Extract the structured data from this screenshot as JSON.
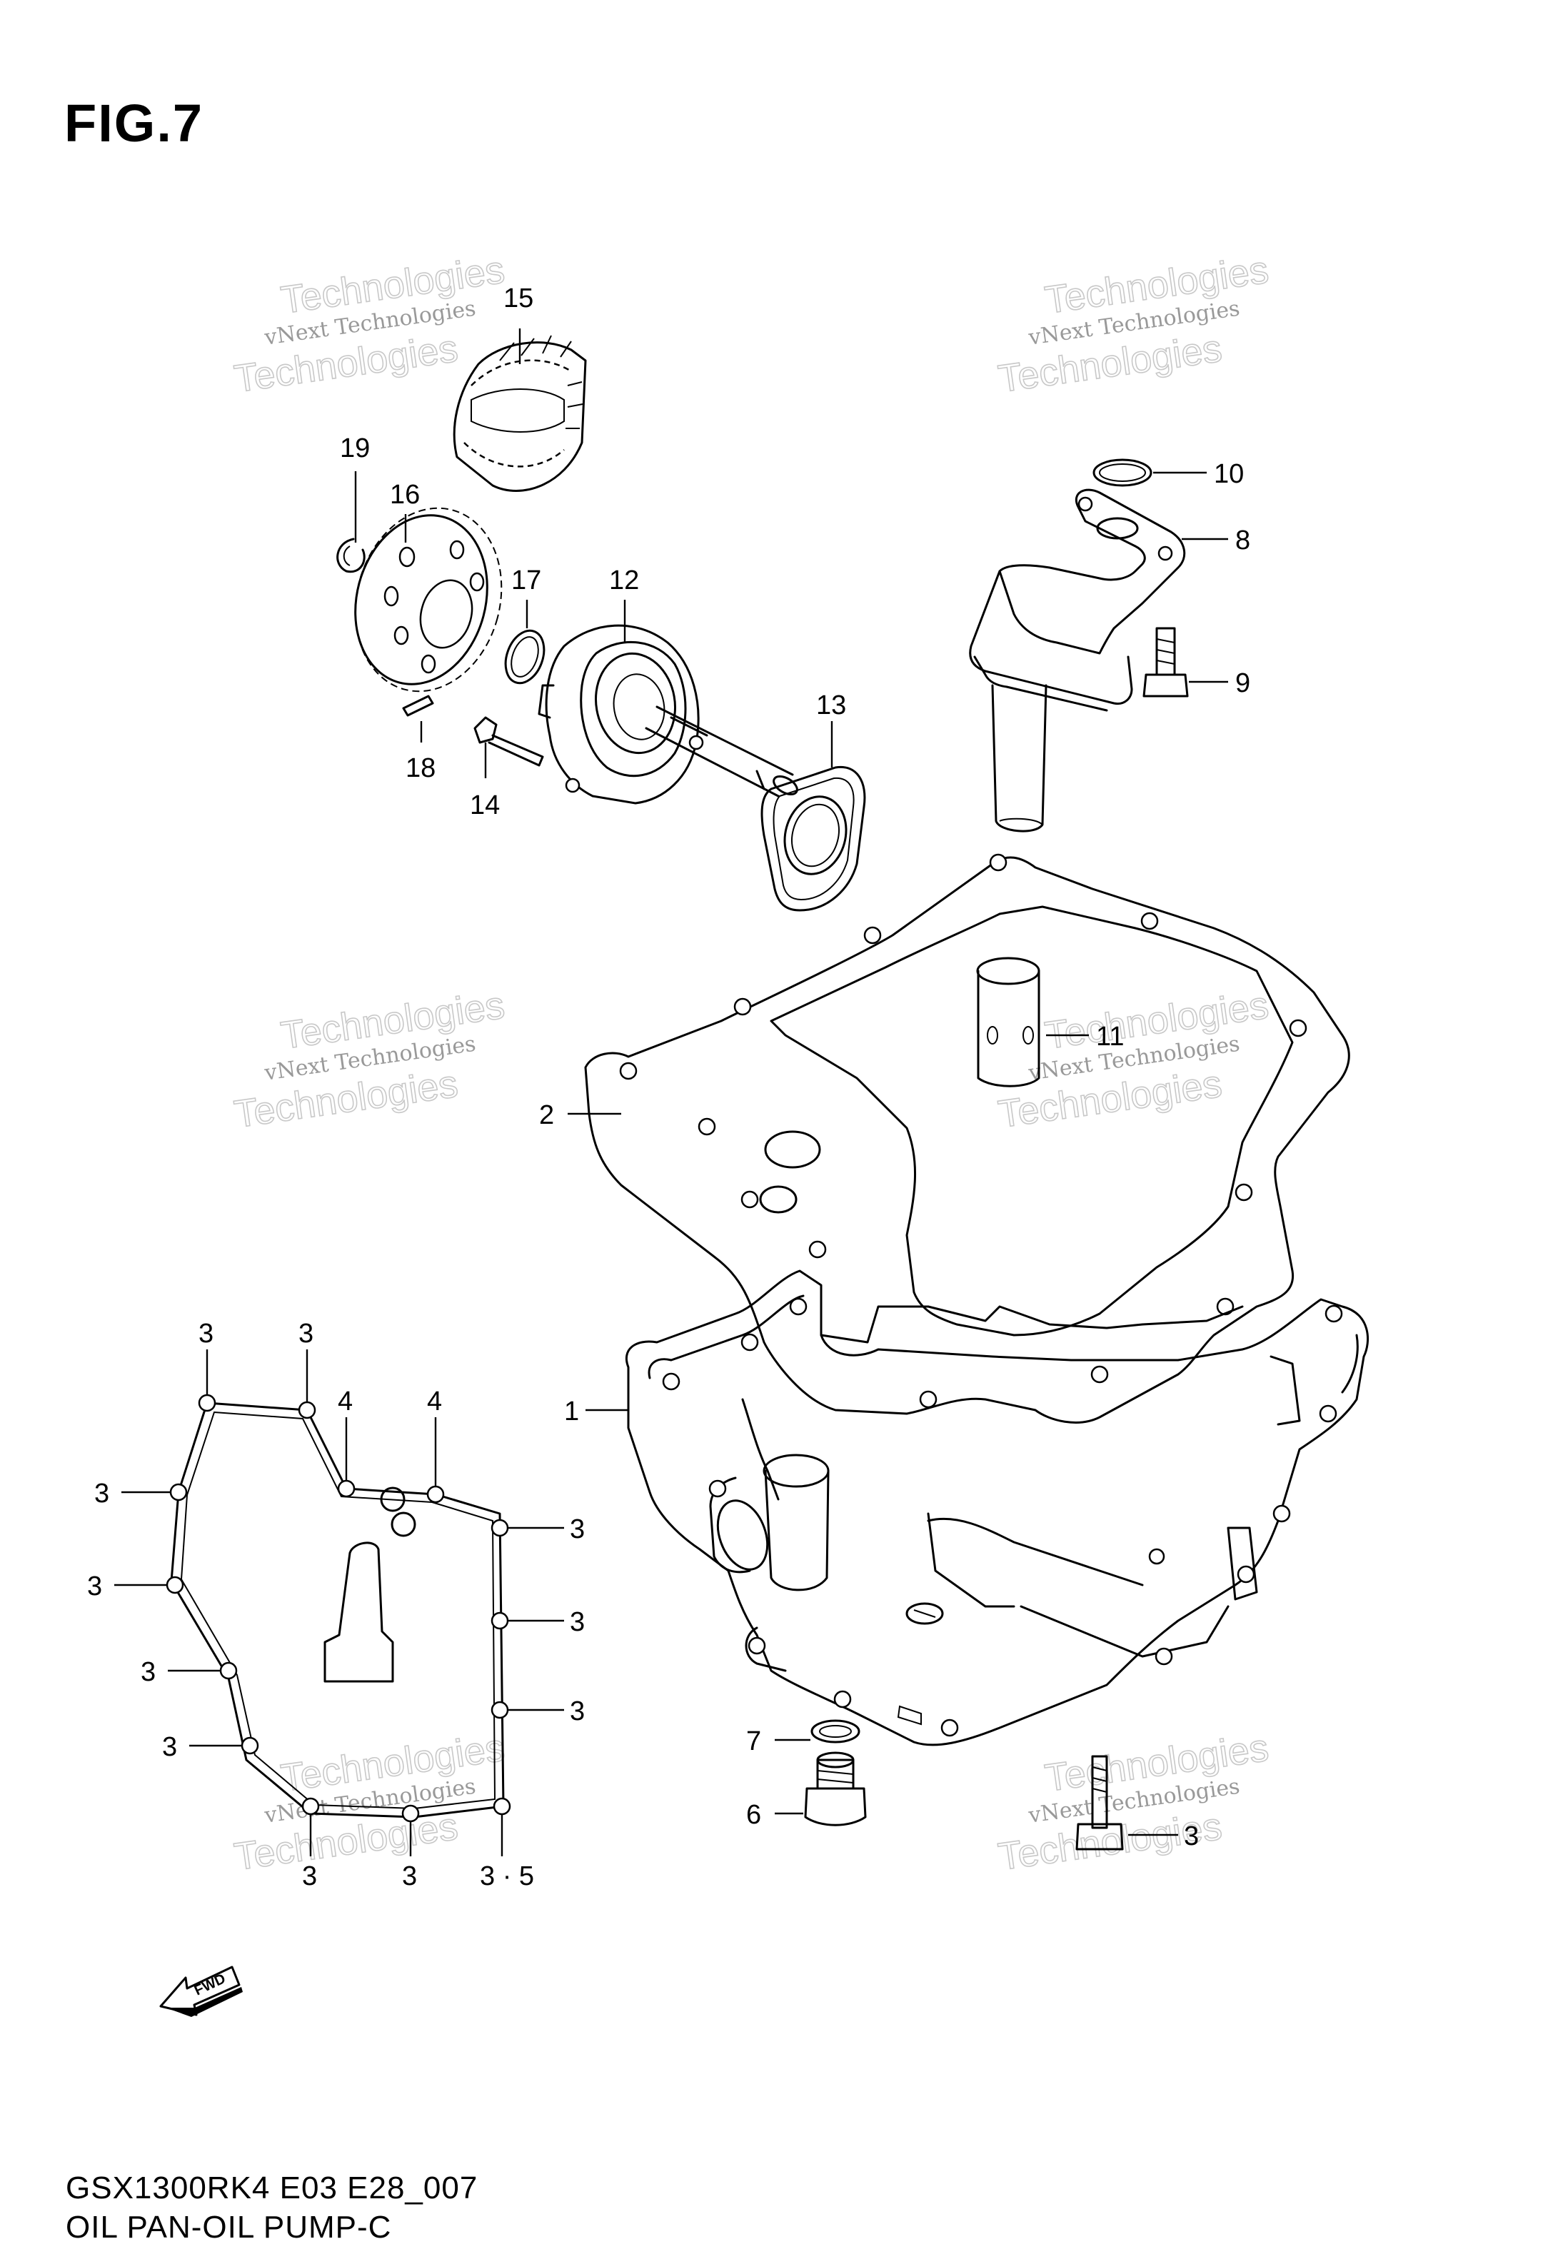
{
  "figure": {
    "title": "FIG.7",
    "model_code": "GSX1300RK4 E03 E28_007",
    "caption": "OIL PAN-OIL PUMP-C"
  },
  "watermark": {
    "line1": "vNext Technologies",
    "line2": "Technologies"
  },
  "fwd_label": "FWD",
  "callouts": {
    "c1": "1",
    "c2": "2",
    "c3": "3",
    "c4": "4",
    "c5": "3 · 5",
    "c6": "6",
    "c7": "7",
    "c8": "8",
    "c9": "9",
    "c10": "10",
    "c11": "11",
    "c12": "12",
    "c13": "13",
    "c14": "14",
    "c15": "15",
    "c16": "16",
    "c17": "17",
    "c18": "18",
    "c19": "19"
  }
}
